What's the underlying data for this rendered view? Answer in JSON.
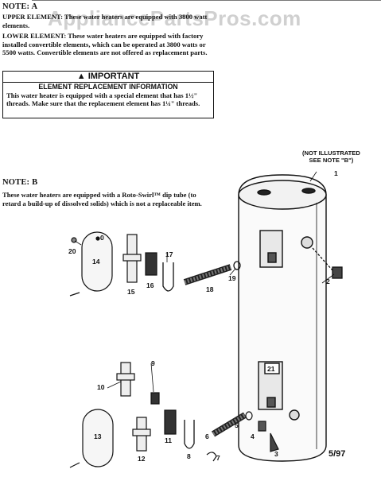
{
  "watermark": "AppliancePartsPros.com",
  "note_a": {
    "heading": "NOTE: A",
    "upper_label": "UPPER ELEMENT:",
    "upper_text": " These water heaters are equipped with 3800 watt elements.",
    "lower_label": "LOWER ELEMENT:",
    "lower_text": " These water heaters are equipped with factory installed convertible elements, which can be operated at 3800 watts or 5500 watts. Convertible elements are not offered as replacement parts."
  },
  "important": {
    "title": "IMPORTANT",
    "subtitle": "ELEMENT REPLACEMENT INFORMATION",
    "body": "This water heater is equipped with a special element that has 1½\" threads. Make sure that the replacement element has 1¼\" threads."
  },
  "note_b": {
    "heading": "NOTE: B",
    "text": "These water heaters are equipped with a Roto-Swirl™ dip tube (to retard a build-up of dissolved solids) which is not a replaceable item."
  },
  "not_illustrated": {
    "line1": "(NOT ILLUSTRATED",
    "line2": "SEE NOTE \"B\")"
  },
  "part_labels": [
    "1",
    "2",
    "3",
    "4",
    "5",
    "6",
    "7",
    "8",
    "9",
    "10",
    "11",
    "12",
    "13",
    "14",
    "15",
    "16",
    "17",
    "18",
    "19",
    "20",
    "21"
  ],
  "diagram_code": "5/97"
}
